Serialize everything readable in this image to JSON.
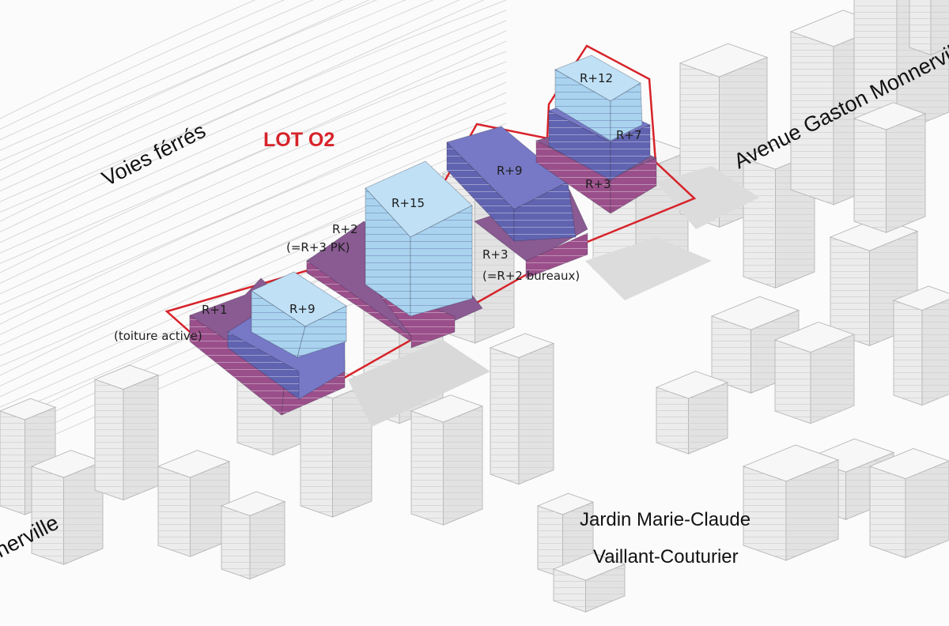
{
  "colors": {
    "lot_outline": "#d7232a",
    "podium_top": "#8a5a92",
    "podium_side": "#9a4f8a",
    "mid_top": "#7779c6",
    "mid_side": "#6063b0",
    "tower_top": "#bfe0f5",
    "tower_side": "#a9d3ee",
    "context_building": "#efefef",
    "context_line": "#b5b5b5",
    "rail_line": "#cfcfcf"
  },
  "title": "LOT O2",
  "streets": {
    "rail": "Voies férrés",
    "avenue": "Avenue Gaston Monnerville",
    "avenue_cut": "nerville"
  },
  "garden": {
    "line1": "Jardin Marie-Claude",
    "line2": "Vaillant-Couturier"
  },
  "buildings": {
    "b1_podium": "R+1",
    "b1_podium_note": "(toiture active)",
    "b1_tower": "R+9",
    "b2_podium": "R+2",
    "b2_podium_note": "(=R+3 PK)",
    "b2_tower": "R+15",
    "b3_podium": "R+3",
    "b3_podium_note": "(=R+2 bureaux)",
    "b3_tower": "R+9",
    "b4_podium": "R+3",
    "b4_mid": "R+7",
    "b4_tower": "R+12"
  }
}
